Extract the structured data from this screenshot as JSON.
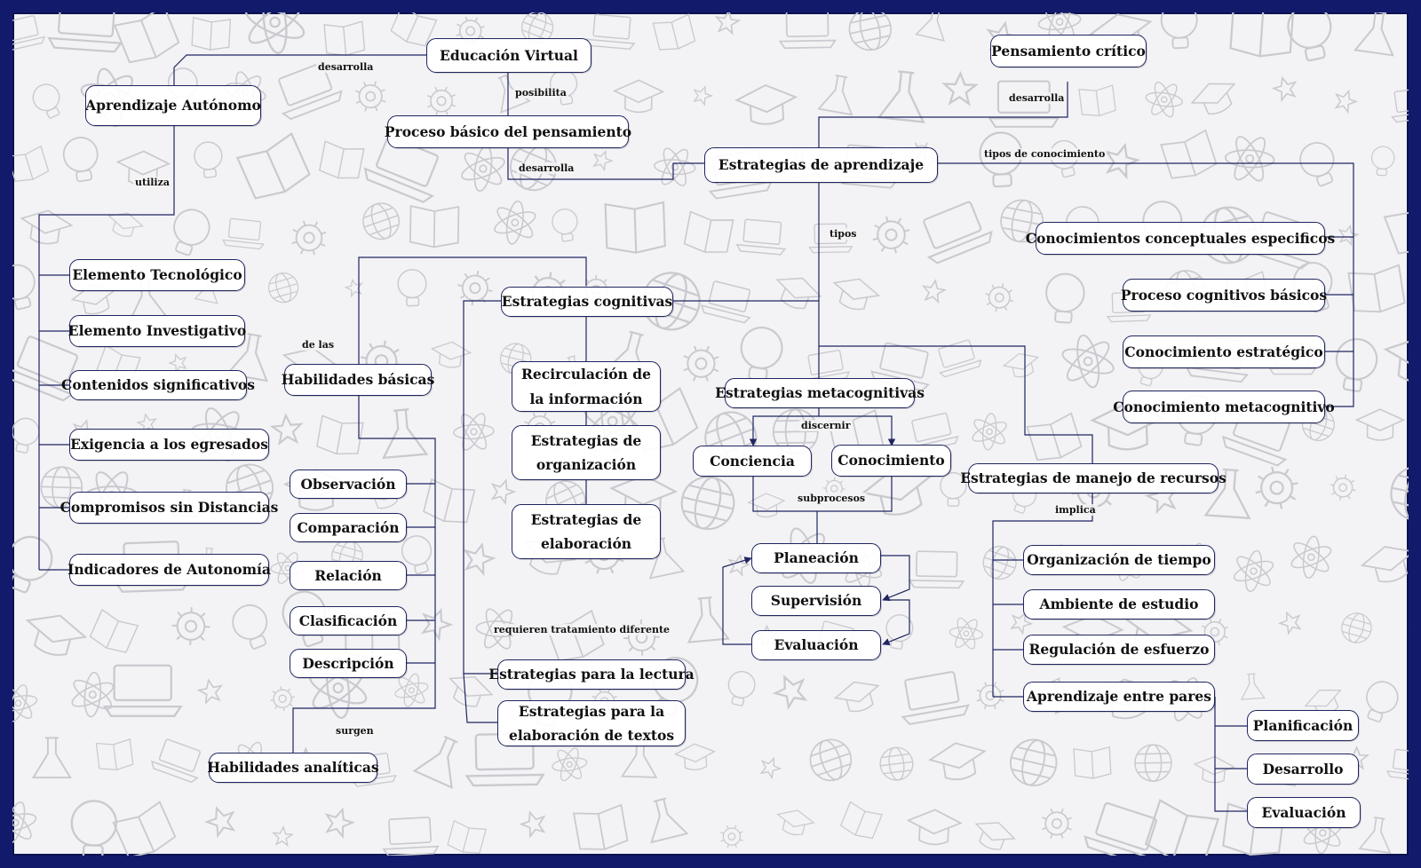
{
  "concepts": {
    "educacion_virtual": "Educación Virtual",
    "aprendizaje_autonomo": "Aprendizaje Autónomo",
    "proceso_basico": "Proceso básico del pensamiento",
    "pensamiento_critico": "Pensamiento crítico",
    "estrategias_aprendizaje": "Estrategias de aprendizaje",
    "elemento_tecnologico": "Elemento Tecnológico",
    "elemento_investigativo": "Elemento Investigativo",
    "contenidos_significativos": "Contenidos significativos",
    "exigencia_egresados": "Exigencia a los egresados",
    "compromisos_sin_distancias": "Compromisos sin Distancias",
    "indicadores_autonomia": "Indicadores de Autonomía",
    "habilidades_basicas": "Habilidades básicas",
    "observacion": "Observación",
    "comparacion": "Comparación",
    "relacion": "Relación",
    "clasificacion": "Clasificación",
    "descripcion": "Descripción",
    "habilidades_analiticas": "Habilidades analíticas",
    "estrategias_cognitivas": "Estrategias cognitivas",
    "recirculacion": "Recirculación de la información",
    "estrategias_organizacion": "Estrategias de organización",
    "estrategias_elaboracion": "Estrategias de elaboración",
    "estrategias_lectura": "Estrategias para la lectura",
    "estrategias_textos": "Estrategias para la elaboración de textos",
    "estrategias_metacognitivas": "Estrategias metacognitivas",
    "conciencia": "Conciencia",
    "conocimiento": "Conocimiento",
    "planeacion": "Planeación",
    "supervision": "Supervisión",
    "evaluacion_meta": "Evaluación",
    "conocimientos_conceptuales": "Conocimientos conceptuales especificos",
    "procesos_cognitivos": "Proceso cognitivos básicos",
    "conocimiento_estrategico": "Conocimiento estratégico",
    "conocimiento_metacognitivo": "Conocimiento metacognitivo",
    "manejo_recursos": "Estrategias de manejo de recursos",
    "organizacion_tiempo": "Organización de tiempo",
    "ambiente_estudio": "Ambiente de estudio",
    "regulacion_esfuerzo": "Regulación de esfuerzo",
    "aprendizaje_pares": "Aprendizaje entre pares",
    "planificacion": "Planificación",
    "desarrollo": "Desarrollo",
    "evaluacion_pares": "Evaluación"
  },
  "links": {
    "desarrolla_1": "desarrolla",
    "posibilita": "posibilita",
    "desarrolla_2": "desarrolla",
    "desarrolla_3": "desarrolla",
    "utiliza": "utiliza",
    "tipos_conocimiento": "tipos de conocimiento",
    "tipos": "tipos",
    "de_las": "de las",
    "discernir": "discernir",
    "subprocesos": "subprocesos",
    "implica": "implica",
    "surgen": "surgen",
    "requieren": "requieren tratamiento diferente"
  },
  "colors": {
    "frame": "#121b6b",
    "lines": "#1f2560",
    "background": "#f3f3f5"
  }
}
